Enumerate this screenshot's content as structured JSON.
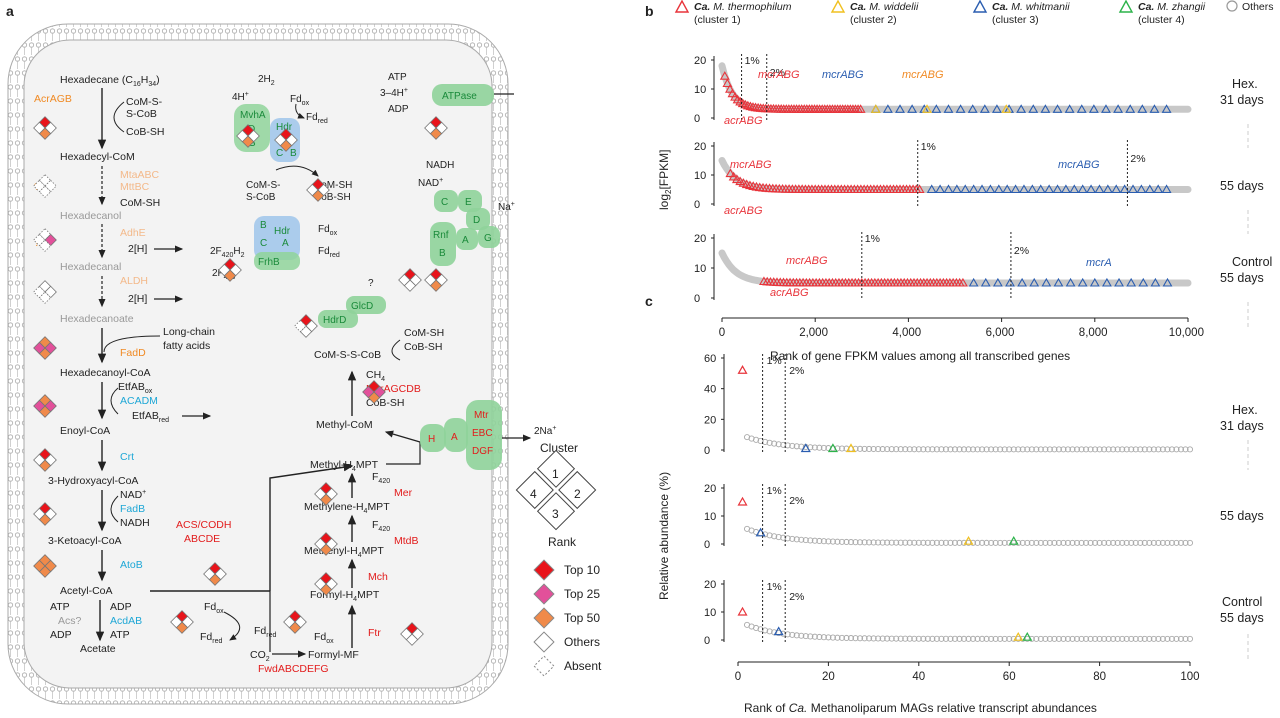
{
  "panels": {
    "a": "a",
    "b": "b",
    "c": "c"
  },
  "pathway": {
    "hexadecane_base": "Hexadecane (C",
    "hexadecane_sub": "16",
    "hexadecane_mid": "H",
    "hexadecane_sub2": "34",
    "hexadecane_end": ")",
    "comsscob": "CoM-S-",
    "comsscob2": "S-CoB",
    "cobsh": "CoB-SH",
    "acragb": "AcrAGB",
    "hexadecylcom": "Hexadecyl-CoM",
    "mtaabc": "MtaABC",
    "mttbc": "MttBC",
    "comsh": "CoM-SH",
    "hexadecanol": "Hexadecanol",
    "adhe": "AdhE",
    "two_h": "2[H]",
    "hexadecanal": "Hexadecanal",
    "aldh": "ALDH",
    "hexadecanoate": "Hexadecanoate",
    "lcfa1": "Long-chain",
    "lcfa2": "fatty acids",
    "fadd": "FadD",
    "hexadecanoylcoa": "Hexadecanoyl-CoA",
    "etfab_ox": "EtfAB",
    "etfab_red": "EtfAB",
    "acadm": "ACADM",
    "enoylcoa": "Enoyl-CoA",
    "crt": "Crt",
    "hydroxy": "3-Hydroxyacyl-CoA",
    "nad": "NAD",
    "nadh": "NADH",
    "fadb": "FadB",
    "ketoacyl": "3-Ketoacyl-CoA",
    "atob": "AtoB",
    "acetylcoa": "Acetyl-CoA",
    "atp": "ATP",
    "adp": "ADP",
    "acs": "Acs?",
    "acdab": "AcdAB",
    "acetate": "Acetate",
    "acs_codh": "ACS/CODH",
    "abcde": "ABCDE",
    "fd_ox": "Fd",
    "fd_red": "Fd",
    "co2": "CO",
    "fwd": "FwdABCDEFG",
    "formylmf": "Formyl-MF",
    "ftr": "Ftr",
    "formylh4mpt": "Formyl-H",
    "mch": "Mch",
    "methenyl": "Methenyl-H",
    "mtdb": "MtdB",
    "f420": "F",
    "methylene": "Methylene-H",
    "mer": "Mer",
    "methylh4mpt": "Methyl-H",
    "methylcom": "Methyl-CoM",
    "ch4": "CH",
    "mcr": "McrAGCDB",
    "comsscob_full": "CoM-S-S-CoB",
    "h2": "2H",
    "h_plus": "4H",
    "mvha": "MvhA",
    "d": "D",
    "g": "G",
    "hdr": "Hdr",
    "a": "A",
    "c": "C",
    "b": "B",
    "comss": "CoM-S-",
    "scob": "S-CoB",
    "comsh2": "CoM-SH",
    "cobsh2": "CoB-SH",
    "frhb": "FrhB",
    "f420h2": "2F",
    "f420b": "2F",
    "glcd": "GlcD",
    "hdrd": "HdrD",
    "q": "?",
    "atpase": "ATPase",
    "atp2": "ATP",
    "h34": "3–4H",
    "adp2": "ADP",
    "na": "Na",
    "rnf": "Rnf",
    "e": "E",
    "nadh2": "NADH",
    "nad2": "NAD",
    "mtr": "Mtr",
    "ebc": "EBC",
    "dgf": "DGF",
    "h": "H",
    "twona": "2Na",
    "ox": "ox",
    "red": "red"
  },
  "legend": {
    "cluster_title": "Cluster",
    "cluster_nums": [
      "1",
      "2",
      "3",
      "4"
    ],
    "rank_title": "Rank",
    "items": [
      {
        "label": "Top 10",
        "color": "#e8141b"
      },
      {
        "label": "Top 25",
        "color": "#e2509a"
      },
      {
        "label": "Top 50",
        "color": "#f08a4a"
      },
      {
        "label": "Others",
        "color": "#ffffff"
      },
      {
        "label": "Absent",
        "color": "#ffffff"
      }
    ]
  },
  "panel_b": {
    "legend": [
      {
        "name1": "Ca.",
        "name2": " M. thermophilum",
        "sub": "(cluster 1)",
        "color": "#e8343b"
      },
      {
        "name1": "Ca.",
        "name2": " M. widdelii",
        "sub": "(cluster 2)",
        "color": "#f0c020"
      },
      {
        "name1": "Ca.",
        "name2": " M. whitmanii",
        "sub": "(cluster 3)",
        "color": "#2a5db0"
      },
      {
        "name1": "Ca.",
        "name2": " M. zhangii",
        "sub": "(cluster 4)",
        "color": "#2cb34a"
      },
      {
        "name1": "Others",
        "name2": "",
        "sub": "",
        "color": "#999999"
      }
    ],
    "ylabel": "log",
    "ylabel_sub": "2",
    "ylabel_end": "[FPKM]",
    "xlabel": "Rank of gene FPKM values among all transcribed genes",
    "xticks": [
      "0",
      "2,000",
      "4,000",
      "6,000",
      "8,000",
      "10,000"
    ],
    "yticks": [
      "0",
      "10",
      "20"
    ],
    "rows": [
      {
        "right1": "Hex.",
        "right2": "31 days",
        "p1": "1%",
        "p2": "2%",
        "labels": [
          "mcrABG",
          "mcrABG",
          "mcrABG",
          "acrABG"
        ]
      },
      {
        "right1": "",
        "right2": "55 days",
        "p1": "1%",
        "p2": "2%",
        "labels": [
          "mcrABG",
          "acrABG",
          "mcrABG"
        ]
      },
      {
        "right1": "Control",
        "right2": "55 days",
        "p1": "1%",
        "p2": "2%",
        "labels": [
          "mcrABG",
          "acrABG",
          "mcrA"
        ]
      }
    ]
  },
  "panel_c": {
    "ylabel": "Relative abundance (%)",
    "xlabel_pre": "Rank of ",
    "xlabel_it": "Ca.",
    "xlabel_post": " Methanoliparum MAGs relative transcript abundances",
    "xticks": [
      "0",
      "20",
      "40",
      "60",
      "80",
      "100"
    ],
    "yticks": [
      "0",
      "20",
      "40",
      "60"
    ],
    "yticks2": [
      "0",
      "10",
      "20"
    ],
    "rows": [
      {
        "right1": "Hex.",
        "right2": "31 days",
        "p1": "1%",
        "p2": "2%"
      },
      {
        "right1": "",
        "right2": "55 days",
        "p1": "1%",
        "p2": "2%"
      },
      {
        "right1": "Control",
        "right2": "55 days",
        "p1": "1%",
        "p2": "2%"
      }
    ]
  },
  "chart_data": [
    {
      "type": "scatter",
      "title": "",
      "xlabel": "Rank of gene FPKM values among all transcribed genes",
      "ylabel": "log2[FPKM]",
      "xlim": [
        0,
        10000
      ],
      "ylim": [
        0,
        20
      ],
      "series": [
        {
          "name": "Hex. 31 days",
          "cluster1_ranks": [
            100,
            300,
            500,
            700,
            900,
            1400,
            1900,
            2500,
            3200
          ],
          "cluster3_ranks": [
            3600,
            5200,
            6300,
            7500,
            8700,
            9500
          ],
          "cluster2_ranks": [
            3300,
            4400,
            6100
          ]
        }
      ]
    },
    {
      "type": "scatter",
      "xlabel": "Rank",
      "ylabel": "log2[FPKM]",
      "xlim": [
        0,
        10000
      ],
      "ylim": [
        0,
        20
      ],
      "series": [
        {
          "name": "55 days",
          "cluster1_ranks": [
            200,
            600,
            1100,
            1800,
            2600,
            3500,
            4200
          ],
          "cluster3_ranks": [
            5200,
            6500,
            7400,
            7700,
            8000,
            9600
          ]
        }
      ]
    },
    {
      "type": "scatter",
      "xlabel": "Rank",
      "ylabel": "log2[FPKM]",
      "xlim": [
        0,
        10000
      ],
      "ylim": [
        0,
        20
      ],
      "series": [
        {
          "name": "Control 55 days",
          "cluster1_ranks": [
            1000,
            1400,
            1800,
            2200,
            2600,
            3200,
            3800,
            5100
          ],
          "cluster3_ranks": [
            6200,
            7100,
            8000,
            9400
          ]
        }
      ]
    },
    {
      "type": "scatter",
      "xlabel": "Rank of Ca. Methanoliparum MAGs relative transcript abundances",
      "ylabel": "Relative abundance (%)",
      "xlim": [
        0,
        100
      ],
      "ylim": [
        0,
        60
      ],
      "series": [
        {
          "name": "Hex. 31 days",
          "points": [
            [
              1,
              52
            ],
            [
              15,
              1
            ],
            [
              21,
              1
            ],
            [
              25,
              1
            ]
          ]
        }
      ]
    },
    {
      "type": "scatter",
      "xlim": [
        0,
        100
      ],
      "ylim": [
        0,
        20
      ],
      "series": [
        {
          "name": "55 days",
          "points": [
            [
              1,
              15
            ],
            [
              5,
              4
            ],
            [
              51,
              1
            ],
            [
              61,
              1
            ]
          ]
        }
      ]
    },
    {
      "type": "scatter",
      "xlim": [
        0,
        100
      ],
      "ylim": [
        0,
        20
      ],
      "series": [
        {
          "name": "Control 55 days",
          "points": [
            [
              1,
              10
            ],
            [
              9,
              3
            ],
            [
              62,
              1
            ],
            [
              64,
              1
            ]
          ]
        }
      ]
    }
  ]
}
